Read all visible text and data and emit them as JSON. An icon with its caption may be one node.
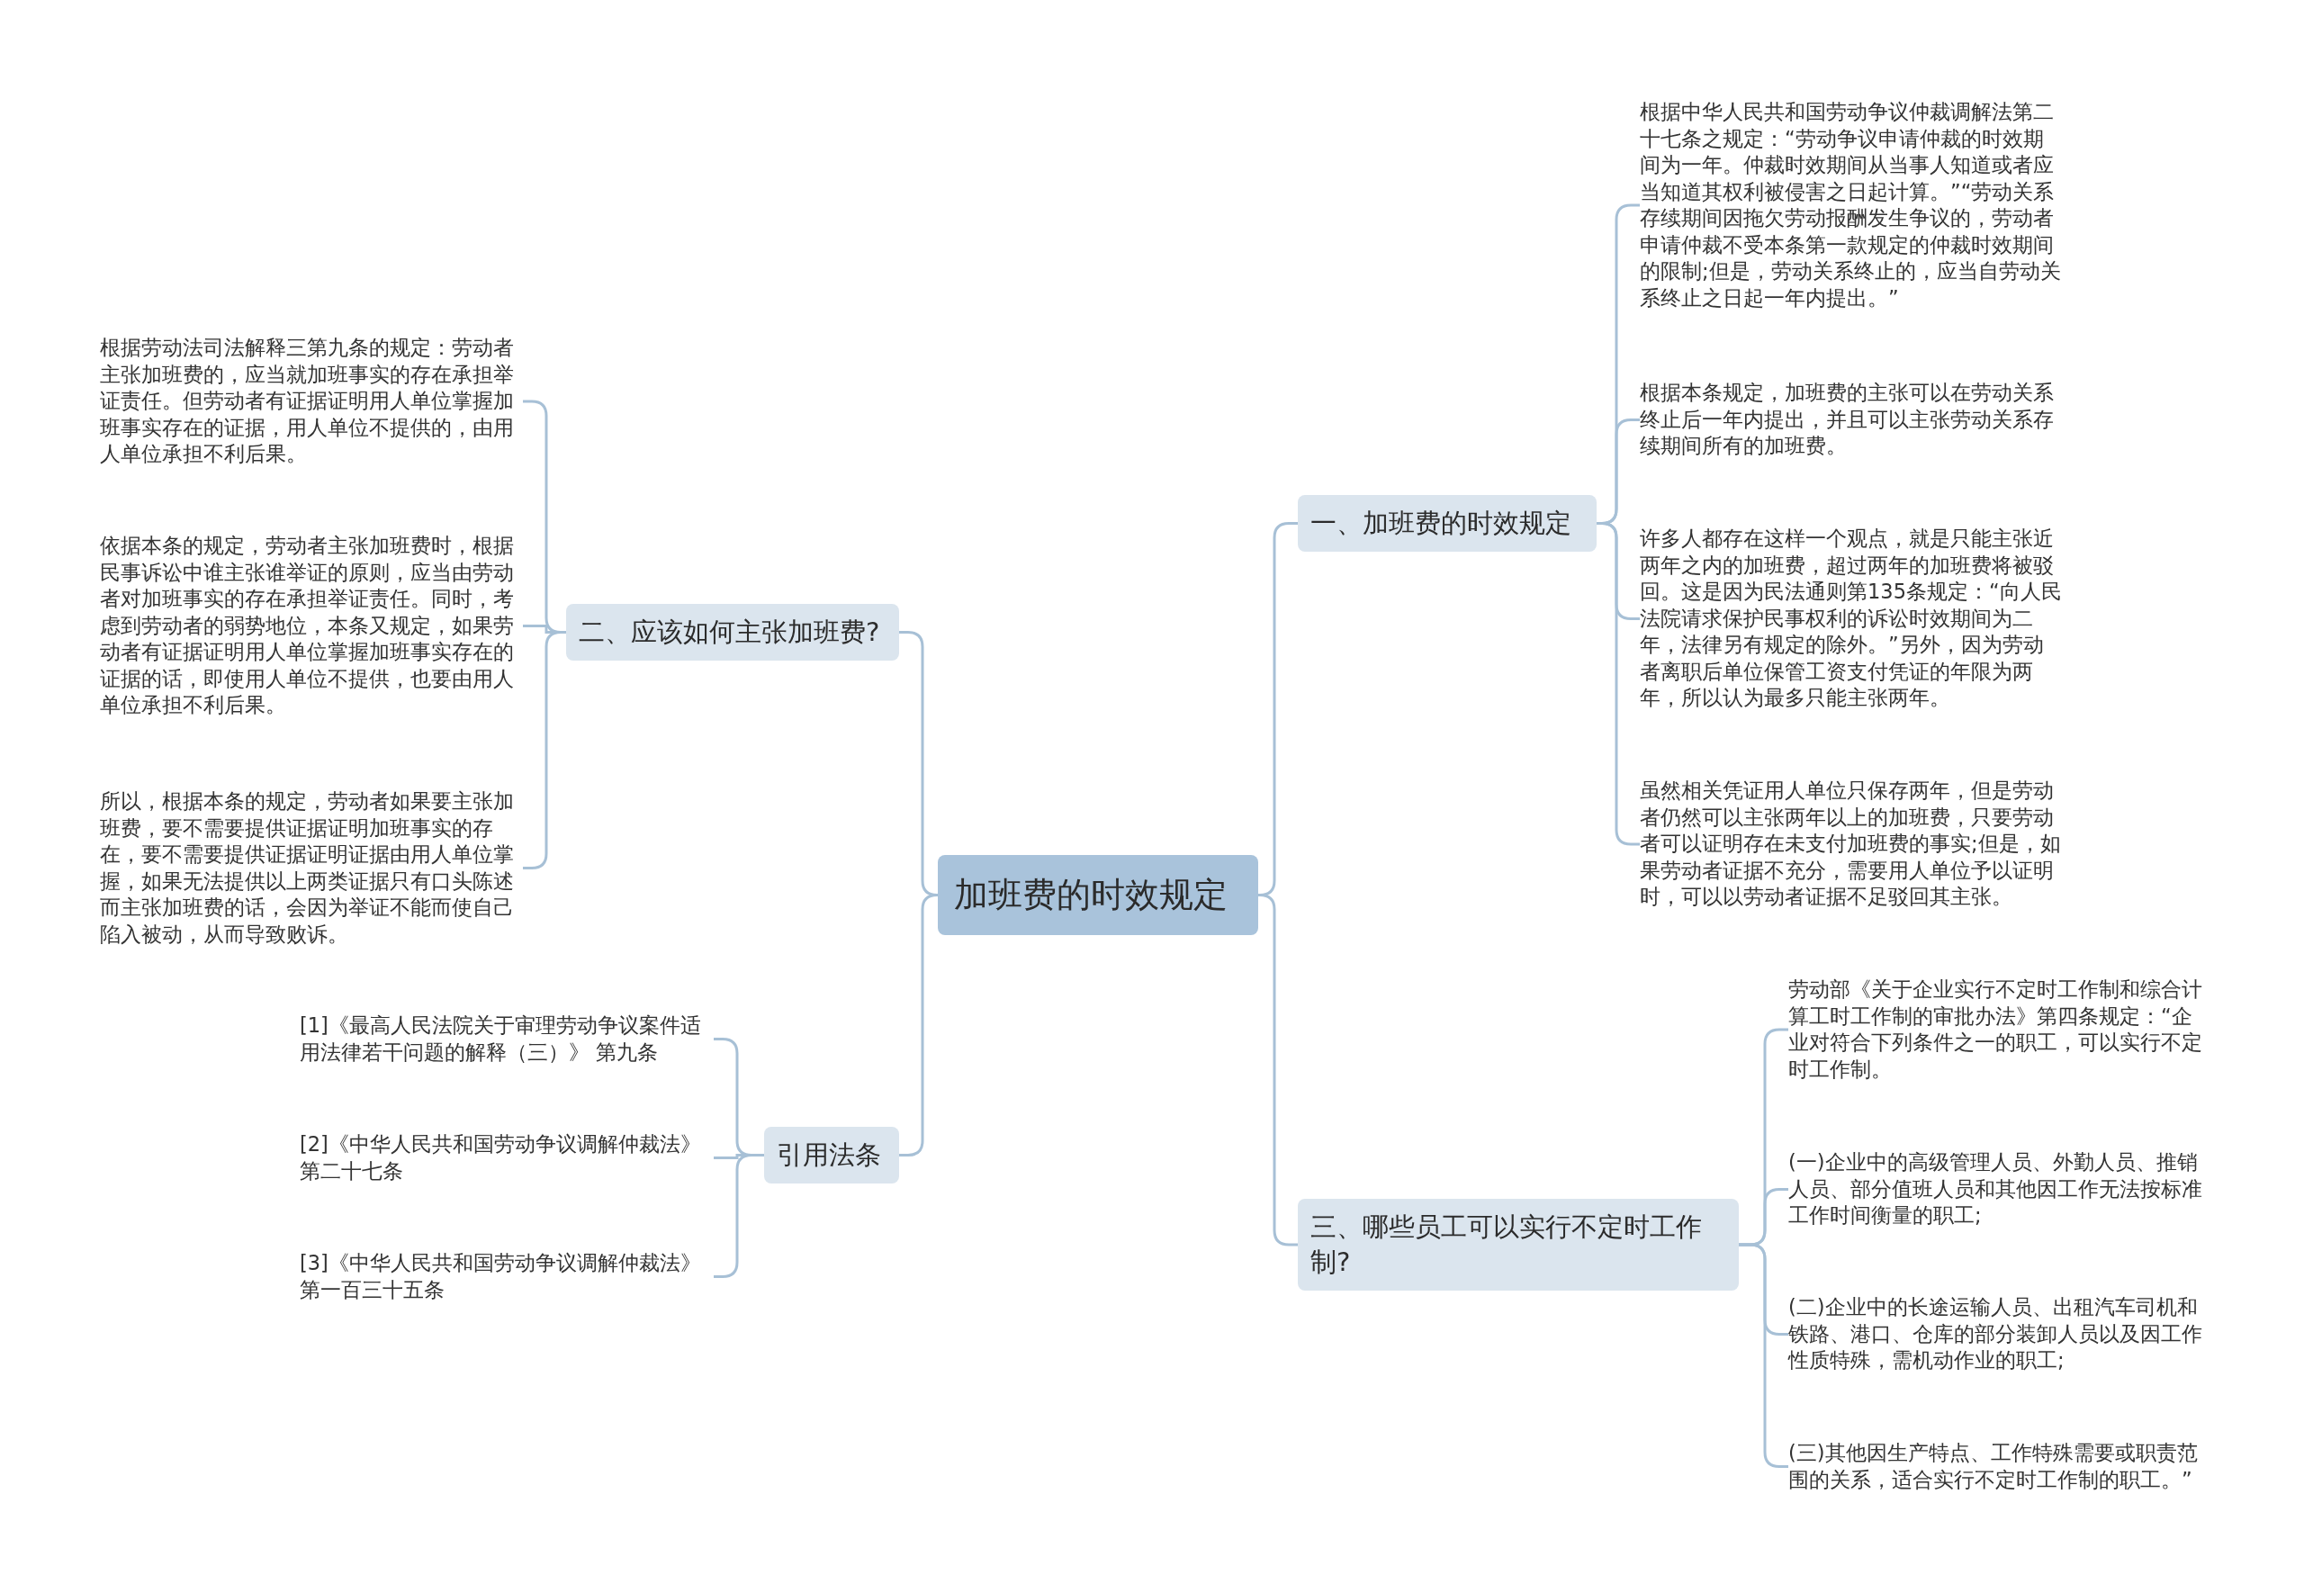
{
  "diagram": {
    "nodes": [
      {
        "text": [
          "加班费的时效规定"
        ]
      },
      {
        "text": [
          "一、加班费的时效规定"
        ]
      },
      {
        "text": [
          "根据中华人民共和国劳动争议仲裁调解法第二十七条之规定：“劳动争议申请仲裁的时效期间为一年。仲裁时效期间从当事人知道或者应当知道其权利被侵害之日起计算。”“劳动关系存续期间因拖欠劳动报酬发生争议的，劳动者申请仲裁不受本条第一款规定的仲裁时效期间的限制;但是，劳动关系终止的，应当自劳动关系终止之日起一年内提出。”"
        ]
      },
      {
        "text": [
          "根据本条规定，加班费的主张可以在劳动关系终止后一年内提出，并且可以主张劳动关系存续期间所有的加班费。"
        ]
      },
      {
        "text": [
          "许多人都存在这样一个观点，就是只能主张近两年之内的加班费，超过两年的加班费将被驳回。这是因为民法通则第135条规定：“向人民法院请求保护民事权利的诉讼时效期间为二年，法律另有规定的除外。”另外，因为劳动者离职后单位保管工资支付凭证的年限为两年，所以认为最多只能主张两年。"
        ]
      },
      {
        "text": [
          "虽然相关凭证用人单位只保存两年，但是劳动者仍然可以主张两年以上的加班费，只要劳动者可以证明存在未支付加班费的事实;但是，如果劳动者证据不充分，需要用人单位予以证明时，可以以劳动者证据不足驳回其主张。"
        ]
      },
      {
        "text": [
          "二、应该如何主张加班费?"
        ]
      },
      {
        "text": [
          "根据劳动法司法解释三第九条的规定：劳动者主张加班费的，应当就加班事实的存在承担举证责任。但劳动者有证据证明用人单位掌握加班事实存在的证据，用人单位不提供的，由用人单位承担不利后果。"
        ]
      },
      {
        "text": [
          "依据本条的规定，劳动者主张加班费时，根据民事诉讼中谁主张谁举证的原则，应当由劳动者对加班事实的存在承担举证责任。同时，考虑到劳动者的弱势地位，本条又规定，如果劳动者有证据证明用人单位掌握加班事实存在的证据的话，即使用人单位不提供，也要由用人单位承担不利后果。"
        ]
      },
      {
        "text": [
          "所以，根据本条的规定，劳动者如果要主张加班费，要不需要提供证据证明加班事实的存在，要不需要提供证据证明证据由用人单位掌握，如果无法提供以上两类证据只有口头陈述而主张加班费的话，会因为举证不能而使自己陷入被动，从而导致败诉。"
        ]
      },
      {
        "text": [
          "引用法条"
        ]
      },
      {
        "text": [
          "[1]《最高人民法院关于审理劳动争议案件适用法律若干问题的解释（三）》 第九条"
        ]
      },
      {
        "text": [
          "[2]《中华人民共和国劳动争议调解仲裁法》第二十七条"
        ]
      },
      {
        "text": [
          "[3]《中华人民共和国劳动争议调解仲裁法》第一百三十五条"
        ]
      },
      {
        "text": [
          "三、哪些员工可以实行不定时工作制?"
        ]
      },
      {
        "text": [
          "劳动部《关于企业实行不定时工作制和综合计算工时工作制的审批办法》第四条规定：“企业对符合下列条件之一的职工，可以实行不定时工作制。"
        ]
      },
      {
        "text": [
          "(一)企业中的高级管理人员、外勤人员、推销人员、部分值班人员和其他因工作无法按标准工作时间衡量的职工;"
        ]
      },
      {
        "text": [
          "(二)企业中的长途运输人员、出租汽车司机和铁路、港口、仓库的部分装卸人员以及因工作性质特殊，需机动作业的职工;"
        ]
      },
      {
        "text": [
          "(三)其他因生产特点、工作特殊需要或职责范围的关系，适合实行不定时工作制的职工。”"
        ]
      }
    ],
    "edges": [
      {
        "from": 0,
        "to": 1,
        "arrow": "none"
      },
      {
        "from": 1,
        "to": 2,
        "arrow": "none"
      },
      {
        "from": 1,
        "to": 3,
        "arrow": "none"
      },
      {
        "from": 1,
        "to": 4,
        "arrow": "none"
      },
      {
        "from": 1,
        "to": 5,
        "arrow": "none"
      },
      {
        "from": 0,
        "to": 6,
        "arrow": "none"
      },
      {
        "from": 6,
        "to": 7,
        "arrow": "none"
      },
      {
        "from": 6,
        "to": 8,
        "arrow": "none"
      },
      {
        "from": 6,
        "to": 9,
        "arrow": "none"
      },
      {
        "from": 0,
        "to": 10,
        "arrow": "none"
      },
      {
        "from": 10,
        "to": 11,
        "arrow": "none"
      },
      {
        "from": 10,
        "to": 12,
        "arrow": "none"
      },
      {
        "from": 10,
        "to": 13,
        "arrow": "none"
      },
      {
        "from": 0,
        "to": 14,
        "arrow": "none"
      },
      {
        "from": 14,
        "to": 15,
        "arrow": "none"
      },
      {
        "from": 14,
        "to": 16,
        "arrow": "none"
      },
      {
        "from": 14,
        "to": 17,
        "arrow": "none"
      },
      {
        "from": 14,
        "to": 18,
        "arrow": "none"
      }
    ]
  }
}
